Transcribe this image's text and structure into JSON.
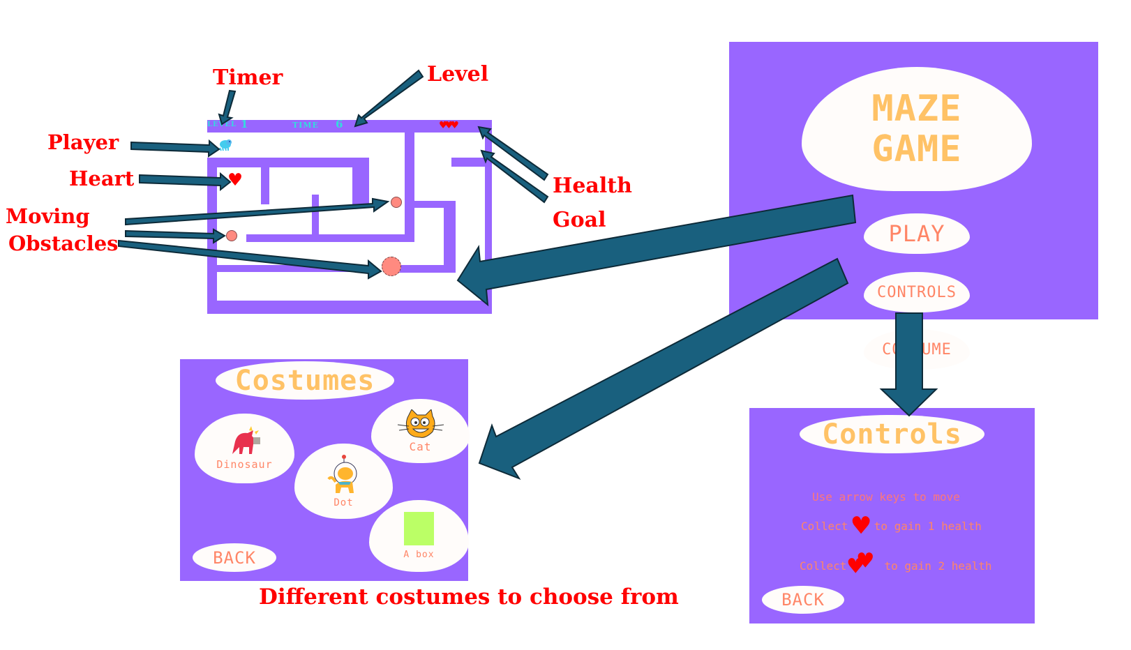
{
  "colors": {
    "panel": "#9966ff",
    "blob": "#fffcfa",
    "title_text": "#ffc266",
    "button_text": "#ff8566",
    "annotation": "#ff0000",
    "arrow": "#19607e",
    "heart": "#ff0000",
    "obstacle": "#ff8a80",
    "hud_text": "#33dddd",
    "box_costume": "#bbff66"
  },
  "annotations": {
    "timer": "Timer",
    "level": "Level",
    "player": "Player",
    "heart": "Heart",
    "moving_obstacles_1": "Moving",
    "moving_obstacles_2": "Obstacles",
    "health": "Health",
    "goal": "Goal",
    "costumes_caption": "Different costumes to choose from"
  },
  "game_screen": {
    "level_label": "LEVEL",
    "level_value": "1",
    "time_label": "TIME",
    "time_value": "6",
    "health_hearts": 3
  },
  "main_menu": {
    "title_line1": "MAZE",
    "title_line2": "GAME",
    "buttons": [
      {
        "label": "PLAY"
      },
      {
        "label": "CONTROLS"
      },
      {
        "label": "COSTUME"
      }
    ]
  },
  "costumes_screen": {
    "title": "Costumes",
    "items": [
      {
        "label": "Dinosaur"
      },
      {
        "label": "Cat"
      },
      {
        "label": "Dot"
      },
      {
        "label": "A box"
      }
    ],
    "back_label": "BACK"
  },
  "controls_screen": {
    "title": "Controls",
    "line1": "Use arrow keys to move",
    "line2_pre": "Collect",
    "line2_post": "to gain 1 health",
    "line3_pre": "Collect",
    "line3_post": "to gain 2 health",
    "back_label": "BACK"
  }
}
